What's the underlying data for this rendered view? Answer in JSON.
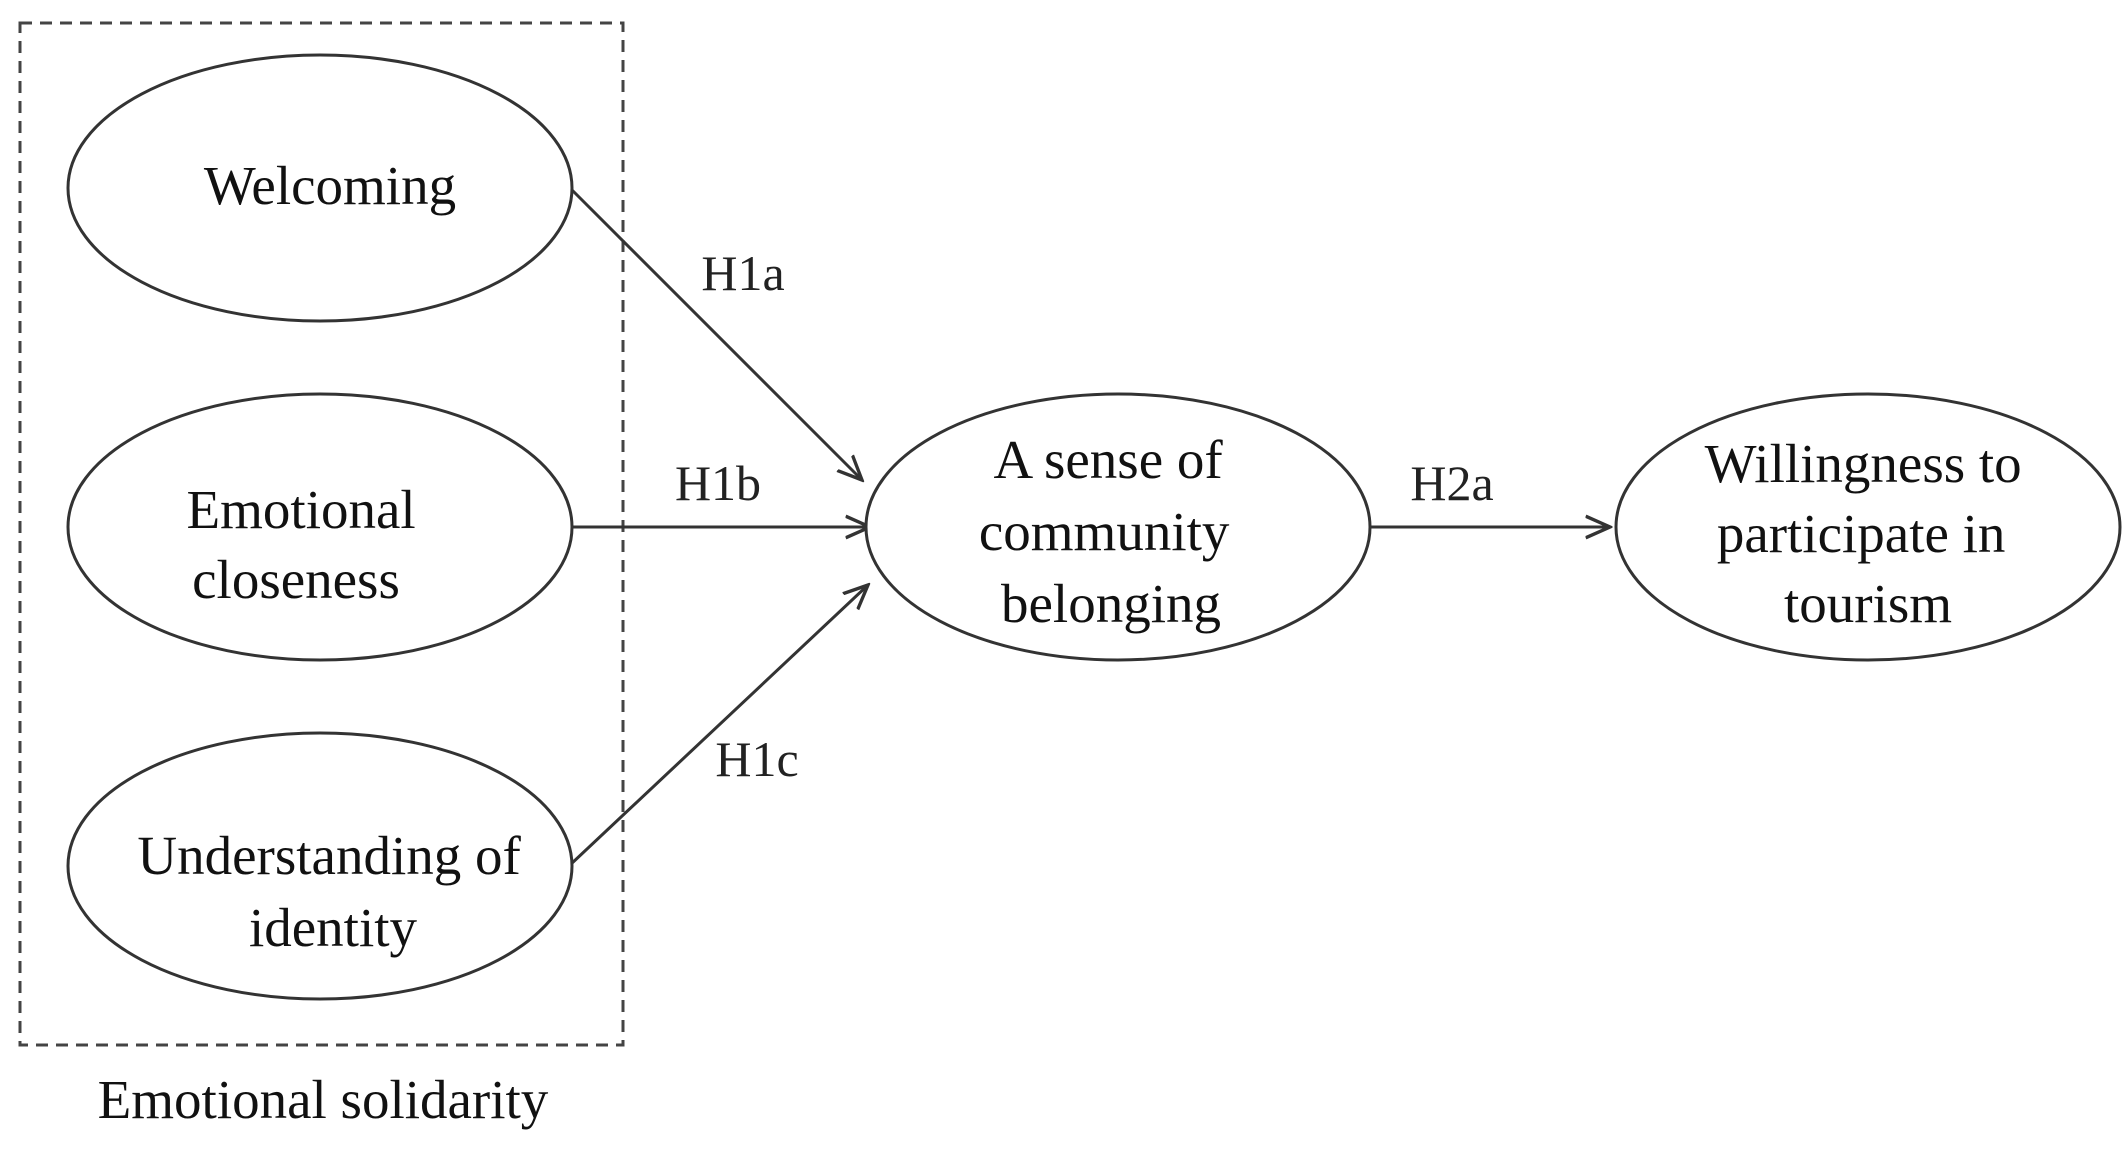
{
  "group": {
    "label": "Emotional solidarity"
  },
  "nodes": {
    "welcoming": {
      "lines": [
        "Welcoming"
      ]
    },
    "emotional_closeness": {
      "lines": [
        "Emotional",
        "closeness"
      ]
    },
    "understanding_identity": {
      "lines": [
        "Understanding of",
        "identity"
      ]
    },
    "community_belonging": {
      "lines": [
        "A sense of",
        "community",
        "belonging"
      ]
    },
    "willingness": {
      "lines": [
        "Willingness to",
        "participate in",
        "tourism"
      ]
    }
  },
  "edges": {
    "h1a": {
      "label": "H1a",
      "from": "Welcoming",
      "to": "A sense of community belonging"
    },
    "h1b": {
      "label": "H1b",
      "from": "Emotional closeness",
      "to": "A sense of community belonging"
    },
    "h1c": {
      "label": "H1c",
      "from": "Understanding of identity",
      "to": "A sense of community belonging"
    },
    "h2a": {
      "label": "H2a",
      "from": "A sense of community belonging",
      "to": "Willingness to participate in tourism"
    }
  }
}
